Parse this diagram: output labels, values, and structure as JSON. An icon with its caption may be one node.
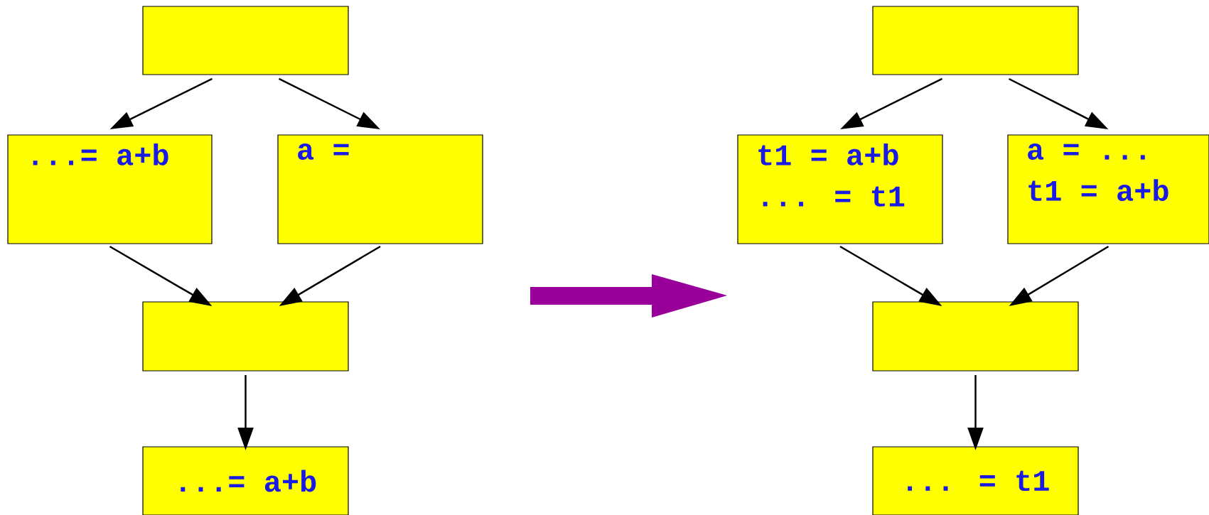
{
  "diagram": {
    "nodes": [
      {
        "text": [],
        "shape": "box"
      },
      {
        "text": [
          "...= a+b"
        ]
      },
      {
        "text": [
          "a ="
        ]
      },
      {
        "text": [],
        "shape": "box"
      },
      {
        "text": [
          "...= a+b"
        ]
      },
      {
        "text": [],
        "shape": "box"
      },
      {
        "text": [
          "t1 = a+b",
          "... = t1"
        ]
      },
      {
        "text": [
          "a = ...",
          "t1 = a+b"
        ]
      },
      {
        "text": [],
        "shape": "box"
      },
      {
        "text": [
          "... = t1"
        ]
      }
    ],
    "edges": [
      {
        "from": 0,
        "to": 1,
        "arrow": "to"
      },
      {
        "from": 0,
        "to": 2,
        "arrow": "to"
      },
      {
        "from": 1,
        "to": 3,
        "arrow": "to"
      },
      {
        "from": 2,
        "to": 3,
        "arrow": "to"
      },
      {
        "from": 3,
        "to": 4,
        "arrow": "to"
      },
      {
        "from": 5,
        "to": 6,
        "arrow": "to"
      },
      {
        "from": 5,
        "to": 7,
        "arrow": "to"
      },
      {
        "from": 6,
        "to": 8,
        "arrow": "to"
      },
      {
        "from": 7,
        "to": 8,
        "arrow": "to"
      },
      {
        "from": 8,
        "to": 9,
        "arrow": "to"
      }
    ]
  }
}
